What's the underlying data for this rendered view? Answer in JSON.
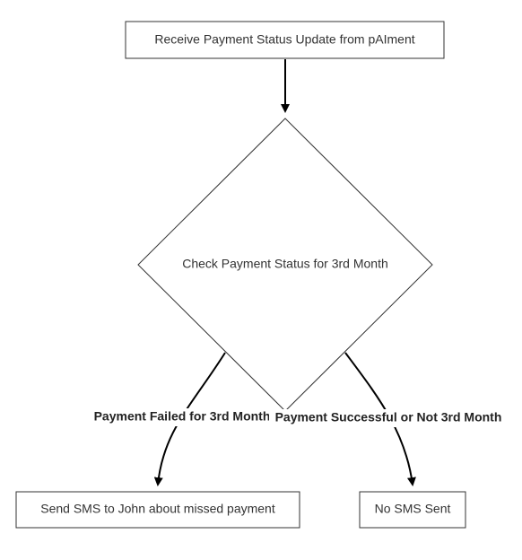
{
  "nodes": {
    "receive": "Receive Payment Status Update from pAIment",
    "check": "Check Payment Status for 3rd Month",
    "send_sms": "Send SMS to John about missed payment",
    "no_sms": "No SMS Sent"
  },
  "edges": {
    "failed_label": "Payment Failed for 3rd Month",
    "success_label": "Payment Successful or Not 3rd Month"
  },
  "colors": {
    "stroke": "#333333",
    "arrow": "#000000",
    "text": "#333333"
  }
}
